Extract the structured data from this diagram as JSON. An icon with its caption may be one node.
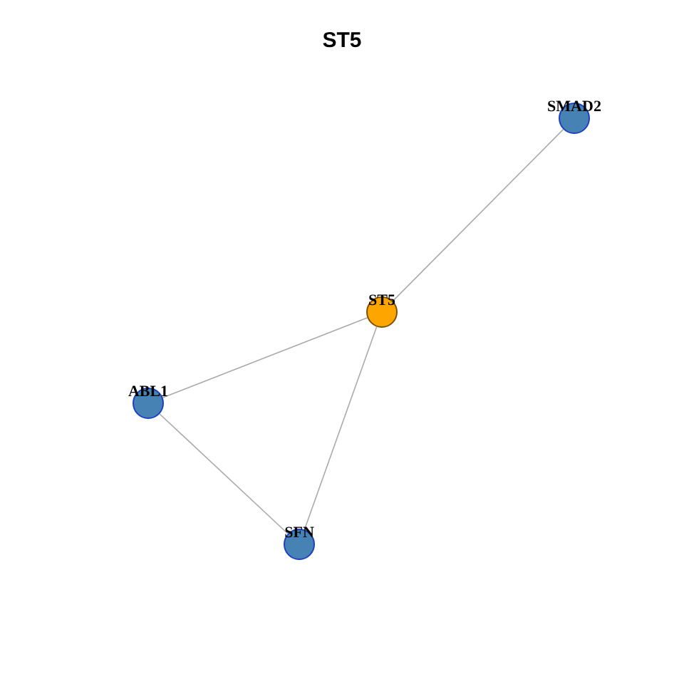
{
  "diagram": {
    "title": "ST5",
    "nodes": [
      {
        "text": [
          "SMAD2"
        ]
      },
      {
        "text": [
          "ST5"
        ]
      },
      {
        "text": [
          "ABL1"
        ]
      },
      {
        "text": [
          "SFN"
        ]
      }
    ],
    "edges": [
      {
        "from": 1,
        "to": 0,
        "arrow": "none"
      },
      {
        "from": 1,
        "to": 2,
        "arrow": "none"
      },
      {
        "from": 1,
        "to": 3,
        "arrow": "none"
      },
      {
        "from": 2,
        "to": 3,
        "arrow": "none"
      }
    ]
  }
}
